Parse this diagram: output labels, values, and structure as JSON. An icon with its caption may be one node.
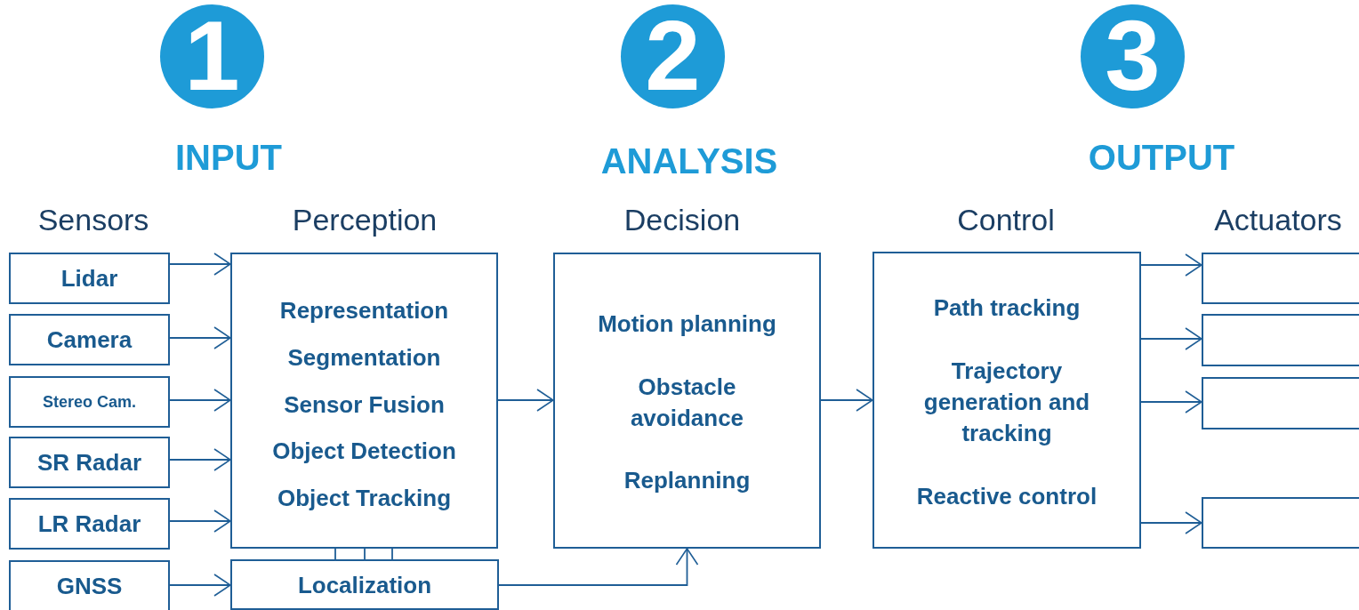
{
  "diagram": {
    "nodes": [
      {
        "text": [
          "1"
        ]
      },
      {
        "text": [
          "2"
        ]
      },
      {
        "text": [
          "3"
        ]
      },
      {
        "text": [
          "Lidar"
        ]
      },
      {
        "text": [
          "Camera"
        ]
      },
      {
        "text": [
          "Stereo Cam."
        ]
      },
      {
        "text": [
          "SR Radar"
        ]
      },
      {
        "text": [
          "LR Radar"
        ]
      },
      {
        "text": [
          "GNSS"
        ]
      },
      {
        "text": [
          "Representation",
          "Segmentation",
          "Sensor Fusion",
          "Object Detection",
          "Object Tracking"
        ]
      },
      {
        "text": [
          "Localization"
        ]
      },
      {
        "text": [
          "Motion planning",
          "Obstacle avoidance",
          "Replanning"
        ]
      },
      {
        "text": [
          "Path tracking",
          "Trajectory generation and tracking",
          "Reactive control"
        ]
      },
      {
        "text": [],
        "shape": "box"
      },
      {
        "text": [],
        "shape": "box"
      },
      {
        "text": [],
        "shape": "box"
      },
      {
        "text": [],
        "shape": "box"
      }
    ],
    "edges": [
      {
        "from": 3,
        "to": 9,
        "arrow": "to"
      },
      {
        "from": 4,
        "to": 9,
        "arrow": "to"
      },
      {
        "from": 5,
        "to": 9,
        "arrow": "to"
      },
      {
        "from": 6,
        "to": 9,
        "arrow": "to"
      },
      {
        "from": 7,
        "to": 9,
        "arrow": "to"
      },
      {
        "from": 8,
        "to": 10,
        "arrow": "to"
      },
      {
        "from": 9,
        "to": 10,
        "arrow": "none"
      },
      {
        "from": 9,
        "to": 10,
        "arrow": "none"
      },
      {
        "from": 9,
        "to": 10,
        "arrow": "none"
      },
      {
        "from": 9,
        "to": 11,
        "arrow": "to"
      },
      {
        "from": 10,
        "to": 11,
        "arrow": "to"
      },
      {
        "from": 11,
        "to": 12,
        "arrow": "to"
      },
      {
        "from": 12,
        "to": 13,
        "arrow": "to"
      },
      {
        "from": 12,
        "to": 14,
        "arrow": "to"
      },
      {
        "from": 12,
        "to": 15,
        "arrow": "to"
      },
      {
        "from": 12,
        "to": 16,
        "arrow": "to"
      }
    ],
    "labels": [
      "INPUT",
      "ANALYSIS",
      "OUTPUT",
      "Sensors",
      "Perception",
      "Decision",
      "Control",
      "Actuators"
    ]
  }
}
